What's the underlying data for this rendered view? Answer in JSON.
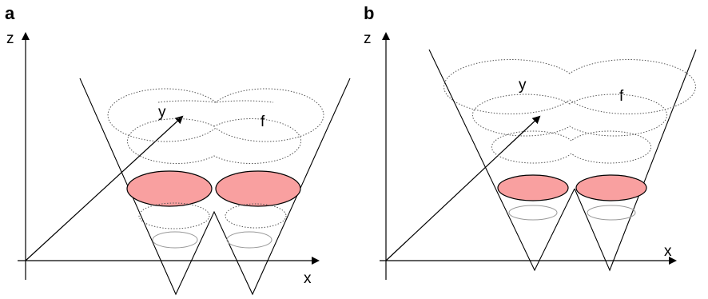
{
  "panels": [
    {
      "id": "a",
      "letter": "a",
      "axes": {
        "z": "z",
        "x": "x",
        "y": "y"
      },
      "function_label": "f"
    },
    {
      "id": "b",
      "letter": "b",
      "axes": {
        "z": "z",
        "x": "x",
        "y": "y"
      },
      "function_label": "f"
    }
  ],
  "colors": {
    "highlight_fill": "#f9a0a0",
    "stroke": "#000000",
    "dotted_stroke": "#555555",
    "faint_stroke": "#999999"
  }
}
